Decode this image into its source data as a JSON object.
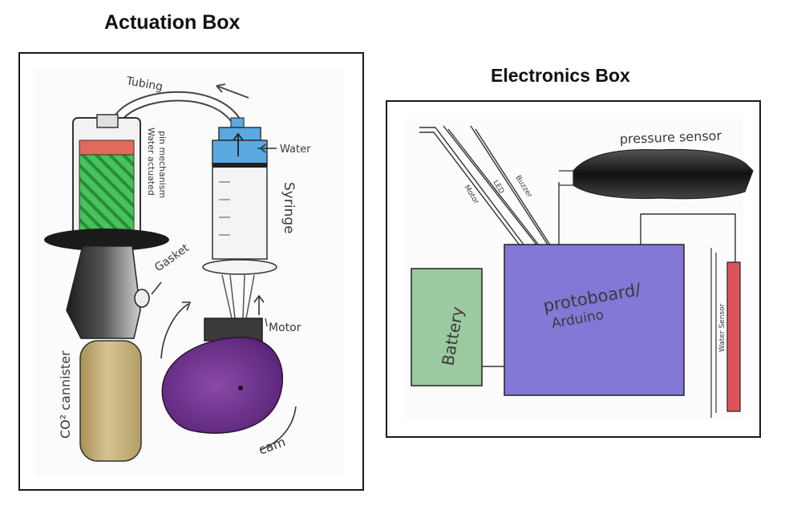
{
  "actuation": {
    "title": "Actuation Box",
    "labels": {
      "tubing": "Tubing",
      "water": "Water",
      "syringe": "Syringe",
      "pin_mechanism_line1": "Water actuated",
      "pin_mechanism_line2": "pin mechanism",
      "gasket": "Gasket",
      "motor": "Motor",
      "canister": "CO² cannister",
      "cam": "cam"
    }
  },
  "electronics": {
    "title": "Electronics Box",
    "labels": {
      "pressure_sensor": "pressure sensor",
      "motor_wire": "Motor",
      "led_wire": "LED",
      "buzzer_wire": "Buzzer",
      "protoboard_line1": "protoboard/",
      "protoboard_line2": "Arduino",
      "battery": "Battery",
      "water_sensor": "Water Sensor"
    }
  },
  "colors": {
    "green": "#3cb54a",
    "salmon": "#e06a5c",
    "blue_water": "#5aa9e0",
    "purple_cam": "#6a2f8a",
    "protoboard_purple": "#8378d6",
    "battery_green": "#9bc9a0",
    "water_sensor_red": "#e0525a",
    "canister_tan": "#c7b27a"
  }
}
